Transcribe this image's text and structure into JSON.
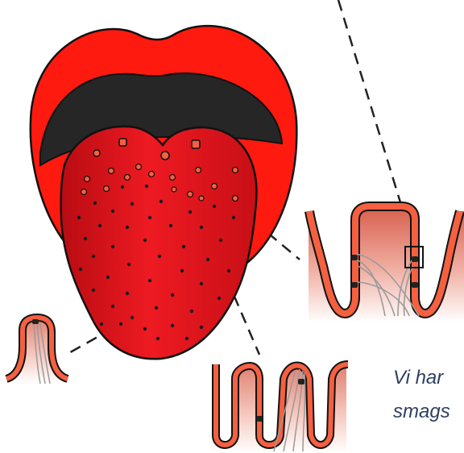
{
  "caption": {
    "line1": "Vi har",
    "line2": "smags"
  },
  "colors": {
    "lip_red": "#ff1a10",
    "mouth_dark": "#262626",
    "tongue_red": "#e0141c",
    "tongue_dot": "#1a1a1a",
    "papilla_orange": "#f46040",
    "nerve_gray": "#9a9a9a",
    "leader_line": "#222222"
  },
  "icons": [
    "tongue-illustration",
    "lips",
    "taste-papilla-crosssection"
  ]
}
